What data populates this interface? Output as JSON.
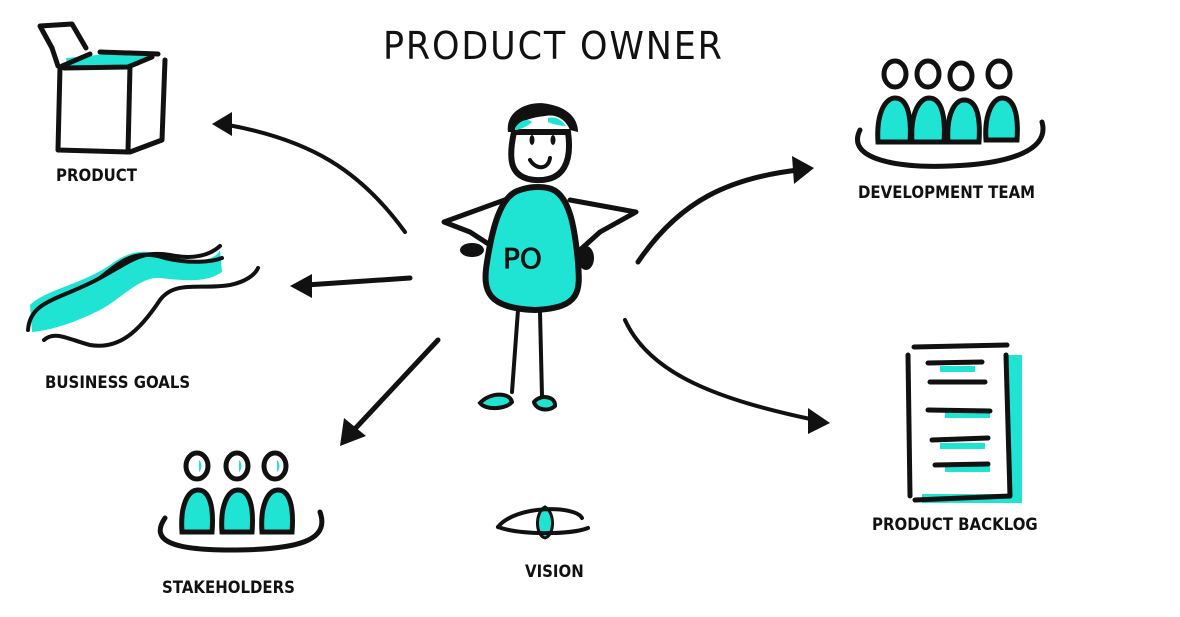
{
  "diagram": {
    "title": "PRODUCT OWNER",
    "center": {
      "figure": "stick-person",
      "badge_text": "PO"
    },
    "nodes": [
      {
        "id": "product",
        "label": "PRODUCT",
        "icon": "open-box-icon"
      },
      {
        "id": "business-goals",
        "label": "BUSINESS GOALS",
        "icon": "wave-icon"
      },
      {
        "id": "stakeholders",
        "label": "STAKEHOLDERS",
        "icon": "group-three-people-icon"
      },
      {
        "id": "vision",
        "label": "VISION",
        "icon": "eye-icon"
      },
      {
        "id": "development-team",
        "label": "DEVELOPMENT TEAM",
        "icon": "group-four-people-icon"
      },
      {
        "id": "product-backlog",
        "label": "PRODUCT BACKLOG",
        "icon": "document-list-icon"
      }
    ],
    "edges": [
      {
        "from": "po",
        "to": "product",
        "direction": "outward"
      },
      {
        "from": "po",
        "to": "business-goals",
        "direction": "outward"
      },
      {
        "from": "po",
        "to": "stakeholders",
        "direction": "outward"
      },
      {
        "from": "po",
        "to": "development-team",
        "direction": "outward"
      },
      {
        "from": "po",
        "to": "product-backlog",
        "direction": "outward"
      }
    ],
    "colors": {
      "ink": "#111111",
      "accent": "#1fe3d3",
      "background": "#ffffff"
    }
  }
}
